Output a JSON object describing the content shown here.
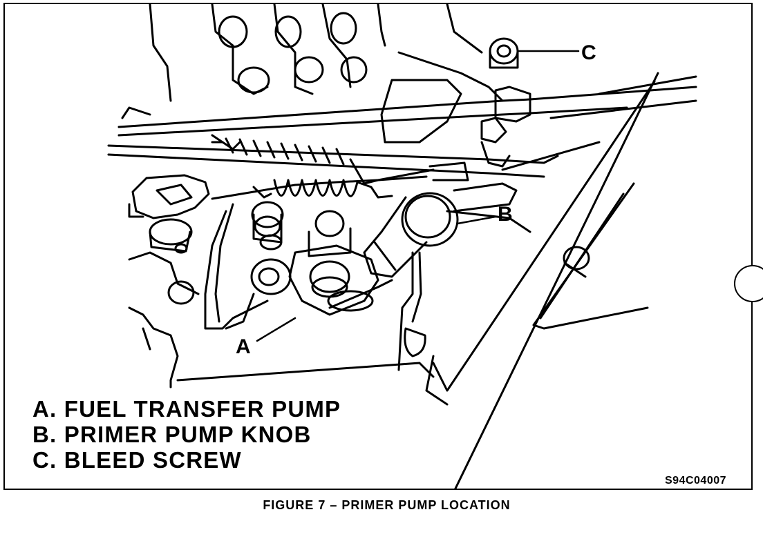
{
  "figure": {
    "caption": "FIGURE 7 – PRIMER PUMP LOCATION",
    "code": "S94C04007",
    "callouts": {
      "a": "A",
      "b": "B",
      "c": "C"
    },
    "legend": [
      "A. FUEL TRANSFER PUMP",
      "B. PRIMER PUMP KNOB",
      "C. BLEED SCREW"
    ]
  }
}
